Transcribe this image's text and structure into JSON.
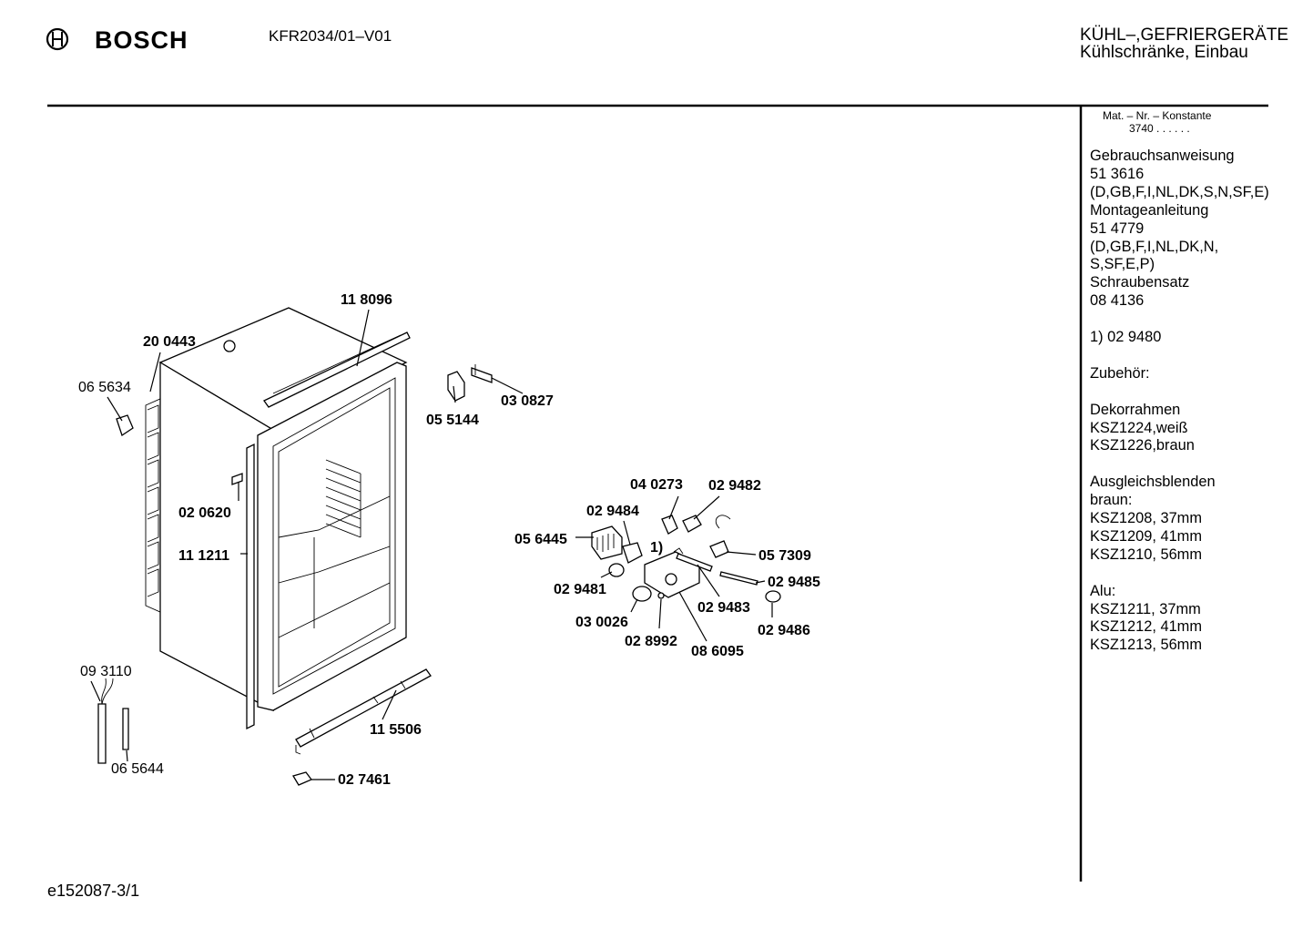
{
  "header": {
    "brand": "BOSCH",
    "model": "KFR2034/01–V01",
    "category_line1": "KÜHL–,GEFRIERGERÄTE",
    "category_line2": "Kühlschränke, Einbau"
  },
  "sidebar": {
    "mat_label": "Mat. – Nr. – Konstante",
    "mat_value": "3740 .  .  .  .  .  .",
    "lines": [
      "Gebrauchsanweisung",
      "51 3616",
      "(D,GB,F,I,NL,DK,S,N,SF,E)",
      "Montageanleitung",
      "51 4779",
      "(D,GB,F,I,NL,DK,N,",
      "S,SF,E,P)",
      "Schraubensatz",
      "08 4136",
      "",
      "1)  02 9480",
      "",
      "Zubehör:",
      "",
      "Dekorrahmen",
      "KSZ1224,weiß",
      "KSZ1226,braun",
      "",
      "Ausgleichsblenden",
      "braun:",
      "KSZ1208, 37mm",
      "KSZ1209, 41mm",
      "KSZ1210, 56mm",
      "",
      "Alu:",
      "KSZ1211, 37mm",
      "KSZ1212, 41mm",
      "KSZ1213, 56mm"
    ]
  },
  "footer": {
    "doc_id": "e152087-3/1"
  },
  "parts": {
    "p118096": "11 8096",
    "p200443": "20 0443",
    "p065634": "06 5634",
    "p055144": "05 5144",
    "p030827": "03 0827",
    "p020620": "02 0620",
    "p111211": "11 1211",
    "p040273": "04 0273",
    "p029482": "02 9482",
    "p029484": "02 9484",
    "p056445": "05 6445",
    "pnote": "1)",
    "p057309": "05 7309",
    "p029485": "02 9485",
    "p029481": "02 9481",
    "p029483": "02 9483",
    "p030026": "03 0026",
    "p029486": "02 9486",
    "p028992": "02 8992",
    "p086095": "08 6095",
    "p093110": "09 3110",
    "p065644": "06 5644",
    "p115506": "11 5506",
    "p027461": "02 7461"
  }
}
